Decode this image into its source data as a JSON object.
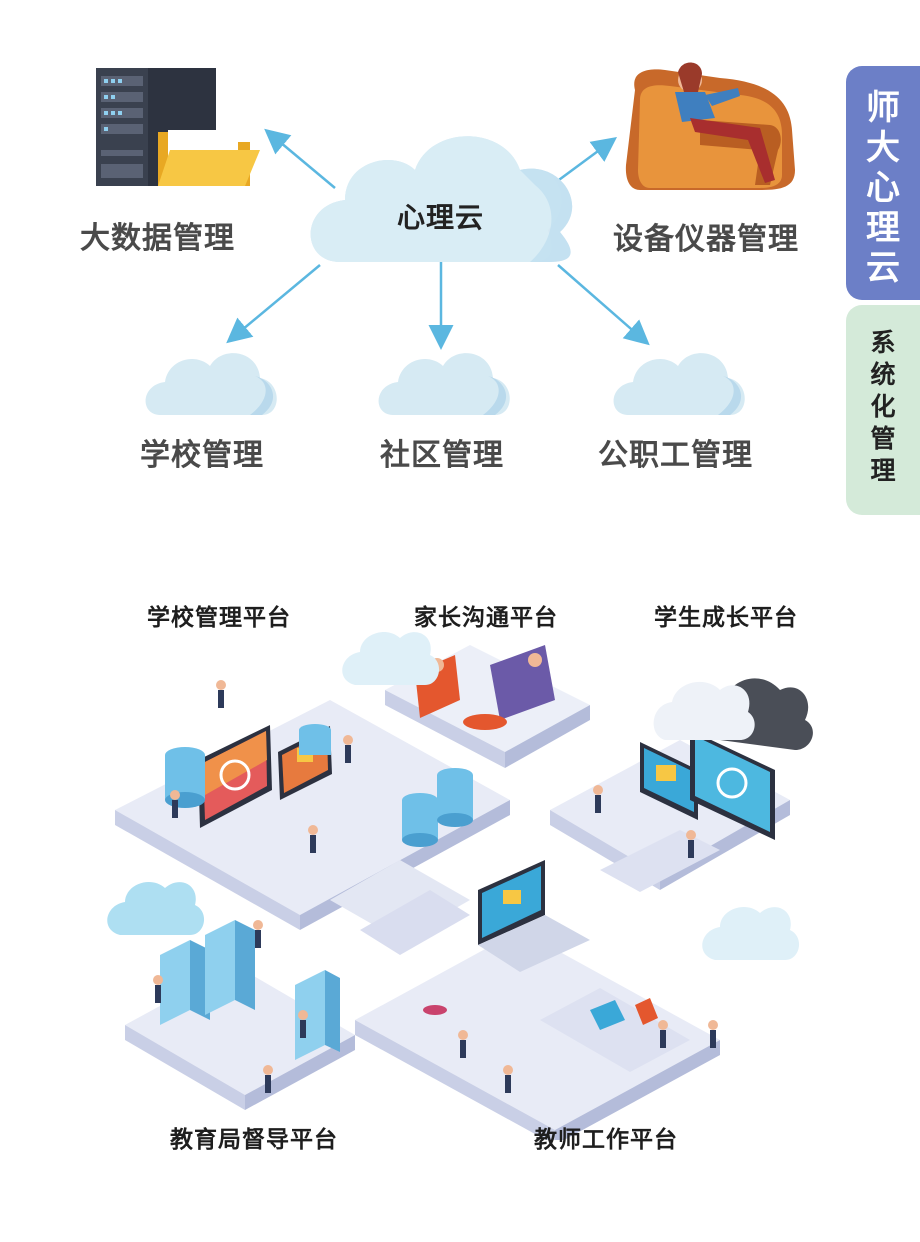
{
  "side_tab": {
    "title_chars": [
      "师",
      "大",
      "心",
      "理",
      "云"
    ],
    "subtitle_chars": [
      "系",
      "统",
      "化",
      "管",
      "理"
    ]
  },
  "cloud_hub": {
    "center": "心理云",
    "top_left": "大数据管理",
    "top_right": "设备仪器管理",
    "bottom": [
      "学校管理",
      "社区管理",
      "公职工管理"
    ]
  },
  "platforms": {
    "school": "学校管理平台",
    "parent": "家长沟通平台",
    "student": "学生成长平台",
    "bureau": "教育局督导平台",
    "teacher": "教师工作平台"
  },
  "colors": {
    "tab_blue": "#6c7fc7",
    "tab_green": "#d4ead9",
    "cloud": "#cfe8f0",
    "arrow": "#5bb7e0"
  }
}
